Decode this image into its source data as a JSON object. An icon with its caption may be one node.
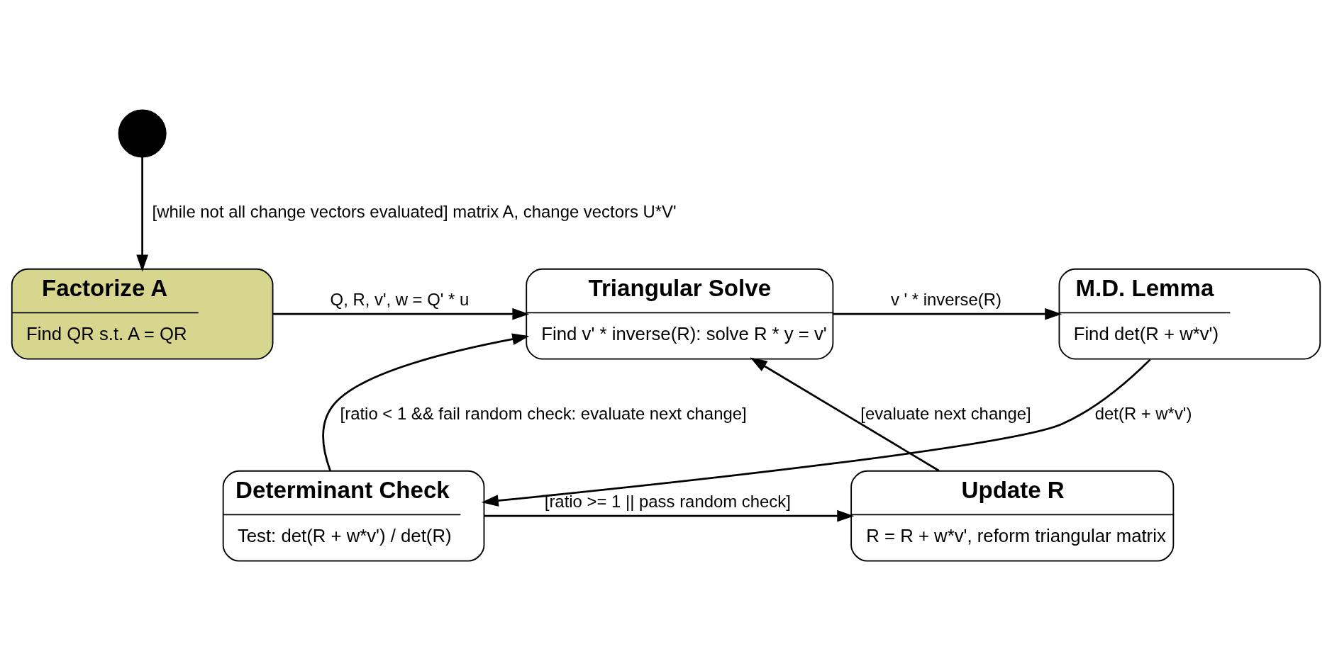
{
  "diagram": {
    "nodes": [
      {
        "text": [],
        "shape": "circle"
      },
      {
        "text": [
          "Factorize A",
          "Find QR s.t. A = QR"
        ]
      },
      {
        "text": [
          "Triangular Solve",
          "Find v' * inverse(R): solve R * y = v'"
        ]
      },
      {
        "text": [
          "M.D. Lemma",
          "Find det(R + w*v')"
        ]
      },
      {
        "text": [
          "Determinant Check",
          "Test: det(R + w*v') / det(R)"
        ]
      },
      {
        "text": [
          "Update R",
          "R = R + w*v', reform triangular matrix"
        ]
      }
    ],
    "edges": [
      {
        "from": 0,
        "to": 1,
        "arrow": "to",
        "label": "[while not all change vectors evaluated] matrix A, change vectors U*V'"
      },
      {
        "from": 1,
        "to": 2,
        "arrow": "to",
        "label": "Q, R, v', w = Q' * u"
      },
      {
        "from": 2,
        "to": 3,
        "arrow": "to",
        "label": "v ' * inverse(R)"
      },
      {
        "from": 3,
        "to": 4,
        "arrow": "to",
        "label": "det(R + w*v')"
      },
      {
        "from": 4,
        "to": 2,
        "arrow": "to",
        "label": "[ratio < 1 && fail random check: evaluate next change]"
      },
      {
        "from": 4,
        "to": 5,
        "arrow": "to",
        "label": "[ratio >= 1 || pass random check]"
      },
      {
        "from": 5,
        "to": 2,
        "arrow": "to",
        "label": "[evaluate next change]"
      }
    ]
  }
}
